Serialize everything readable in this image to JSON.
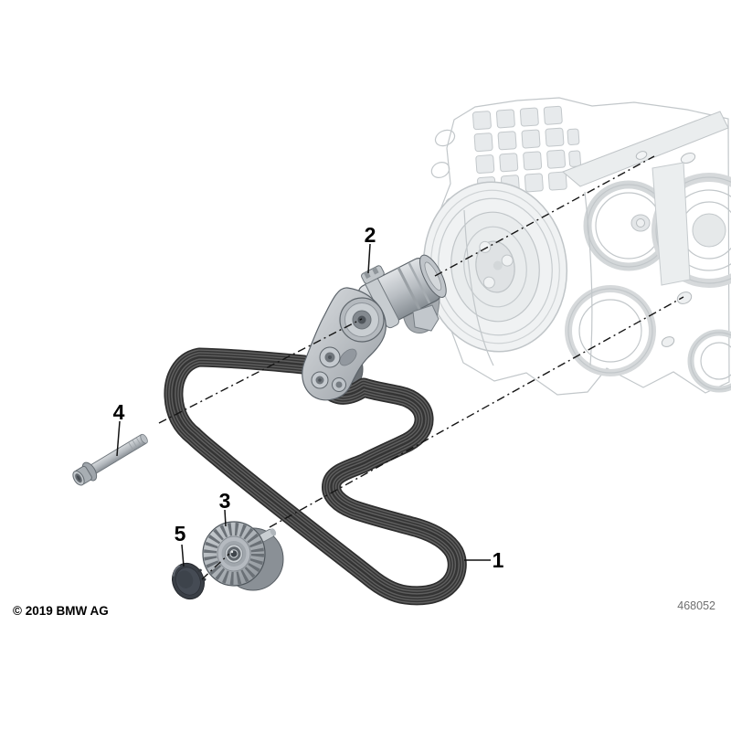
{
  "page": {
    "background_color": "#ffffff"
  },
  "diagram": {
    "title_semantic": "belt-drive-parts-diagram",
    "copyright": "© 2019 BMW AG",
    "document_number": "468052",
    "callouts": [
      {
        "label": "1"
      },
      {
        "label": "2"
      },
      {
        "label": "3"
      },
      {
        "label": "4"
      },
      {
        "label": "5"
      }
    ],
    "colors": {
      "belt_dark": "#343434",
      "belt_rib_light": "#5e5e5e",
      "metal_light": "#d9dcdf",
      "metal_mid": "#a6abb0",
      "metal_dark": "#5f666c",
      "cap_dark": "#3a3f46",
      "engine_faded_fill": "#f0f2f3",
      "engine_faded_stroke": "#c2c7ca",
      "leader_line": "#151515",
      "label_text": "#000000",
      "doc_number_text": "#6f6f6f"
    }
  }
}
